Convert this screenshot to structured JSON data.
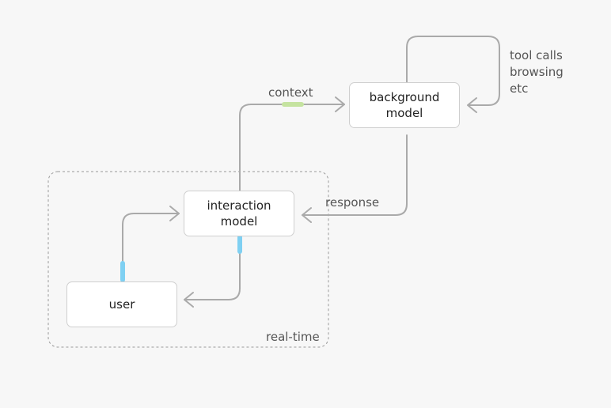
{
  "nodes": {
    "background_model": "background\nmodel",
    "interaction_model": "interaction\nmodel",
    "user": "user"
  },
  "edges": {
    "context": "context",
    "response": "response",
    "self_loop": "tool calls\nbrowsing\netc"
  },
  "group": {
    "label": "real-time"
  },
  "colors": {
    "background": "#f7f7f7",
    "node_border": "#cfcfcf",
    "edge": "#aaaaaa",
    "group_border": "#9a9a9a",
    "highlight_green": "#c5e3a0",
    "highlight_blue": "#7fd0f2"
  }
}
